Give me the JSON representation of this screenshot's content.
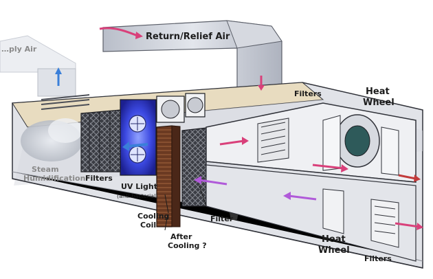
{
  "labels": {
    "supply_air": "…ply Air",
    "return_relief_air": "Return/Relief Air",
    "filters_top": "Filters",
    "heat_wheel_top_1": "Heat",
    "heat_wheel_top_2": "Wheel",
    "steam_humidification_1": "Steam",
    "steam_humidification_2": "Humidification",
    "filters_left": "Filters",
    "uv_light": "UV Light",
    "uv_light_note": "(anti-bacterial)",
    "cooling_coil_1": "Cooling",
    "cooling_coil_2": "Coil",
    "filter_mid": "Filter",
    "after_cooling_1": "After",
    "after_cooling_2": "Cooling ?",
    "heat_wheel_bottom_1": "Heat",
    "heat_wheel_bottom_2": "Wheel",
    "filters_bottom": "Filters"
  },
  "colors": {
    "return_air_arrow": "#d9407a",
    "supply_air_arrow": "#3a7fd9",
    "exhaust_arrow": "#c23a3a",
    "uv_glow": "#4a55ff",
    "duct": "#c9cdd6",
    "floor": "#e8dcc0",
    "casing": "#dadde3"
  }
}
